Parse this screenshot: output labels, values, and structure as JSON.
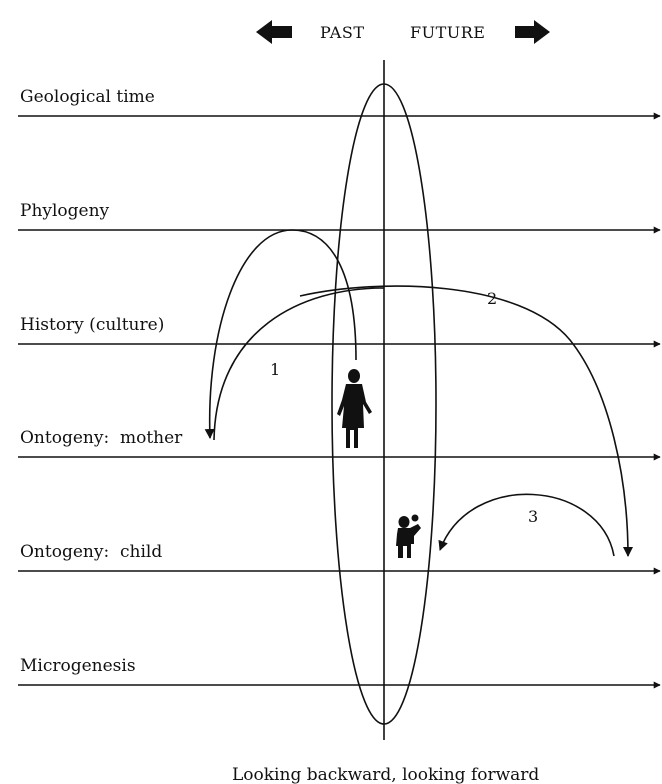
{
  "header": {
    "past": "PAST",
    "future": "FUTURE",
    "left_arrow_icon": "left-block-arrow-icon",
    "right_arrow_icon": "right-block-arrow-icon"
  },
  "timelines": [
    {
      "label": "Geological time"
    },
    {
      "label": "Phylogeny"
    },
    {
      "label": "History (culture)"
    },
    {
      "label": "Ontogeny:  mother"
    },
    {
      "label": "Ontogeny:  child"
    },
    {
      "label": "Microgenesis"
    }
  ],
  "arcs": [
    {
      "label": "1"
    },
    {
      "label": "2"
    },
    {
      "label": "3"
    }
  ],
  "figures": {
    "mother": "mother-silhouette-icon",
    "child": "child-silhouette-icon"
  },
  "caption": "Looking backward, looking forward",
  "colors": {
    "ink": "#111111",
    "background": "#ffffff"
  }
}
